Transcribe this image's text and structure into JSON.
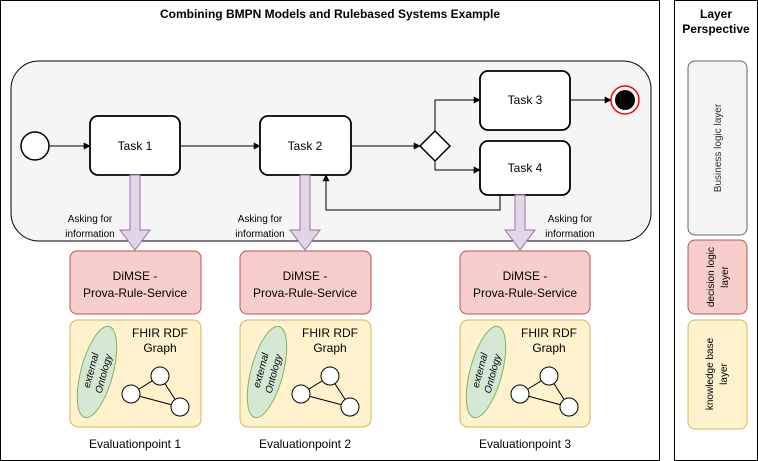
{
  "diagram": {
    "title": "Combining BMPN Models and Rulebased Systems Example"
  },
  "tasks": [
    "Task 1",
    "Task 2",
    "Task 3",
    "Task 4"
  ],
  "asking_label": [
    "Asking for",
    "information"
  ],
  "evaluation_points": [
    {
      "service": [
        "DiMSE -",
        "Prova-Rule-Service"
      ],
      "graph": [
        "FHIR RDF",
        "Graph"
      ],
      "ontology": [
        "external",
        "Ontology"
      ],
      "label": "Evaluationpoint 1"
    },
    {
      "service": [
        "DiMSE -",
        "Prova-Rule-Service"
      ],
      "graph": [
        "FHIR RDF",
        "Graph"
      ],
      "ontology": [
        "external",
        "Ontology"
      ],
      "label": "Evaluationpoint 2"
    },
    {
      "service": [
        "DiMSE -",
        "Prova-Rule-Service"
      ],
      "graph": [
        "FHIR RDF",
        "Graph"
      ],
      "ontology": [
        "external",
        "Ontology"
      ],
      "label": "Evaluationpoint 3"
    }
  ],
  "layer_panel": {
    "title": [
      "Layer",
      "Perspective"
    ],
    "layers": [
      {
        "name": "business_logic",
        "lines": [
          "Business logic layer"
        ],
        "fill": "#f5f5f5",
        "stroke": "#666666"
      },
      {
        "name": "decision_logic",
        "lines": [
          "decision logic",
          "layer"
        ],
        "fill": "#f8cecc",
        "stroke": "#b85450"
      },
      {
        "name": "knowledge_base",
        "lines": [
          "knowledge base",
          "layer"
        ],
        "fill": "#fff2cc",
        "stroke": "#d6b656"
      }
    ]
  },
  "colors": {
    "pool_fill": "#f5f5f5",
    "service_fill": "#f8cecc",
    "service_stroke": "#b85450",
    "kb_fill": "#fff2cc",
    "kb_stroke": "#d6b656",
    "ontology_fill": "#d5e8d4",
    "ontology_stroke": "#82b366",
    "arrow_fill": "#e1d5e7",
    "arrow_stroke": "#9673a6",
    "end_stroke": "#ff0000"
  }
}
